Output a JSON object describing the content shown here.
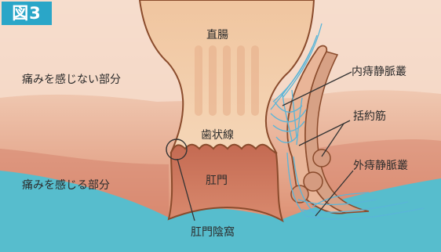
{
  "figure_badge": "図3",
  "labels": {
    "rectum": "直腸",
    "no_pain_region": "痛みを感じない部分",
    "pain_region": "痛みを感じる部分",
    "dentate_line": "歯状線",
    "anal_canal": "肛門",
    "anal_crypt": "肛門陰窩",
    "internal_hemorrhoidal_plexus": "内痔静脈叢",
    "sphincter_muscle": "括約筋",
    "external_hemorrhoidal_plexus": "外痔静脈叢"
  },
  "colors": {
    "badge": "#2aa6c8",
    "upper_background": "#f5dccb",
    "lower_background": "#dd8e72",
    "skin_cyan": "#55bccd",
    "rectum_fill": "#f1c7a2",
    "anal_canal_fill": "#c96d55",
    "outline": "#8a4b2c",
    "vein_plexus": "#5ab5d8"
  }
}
